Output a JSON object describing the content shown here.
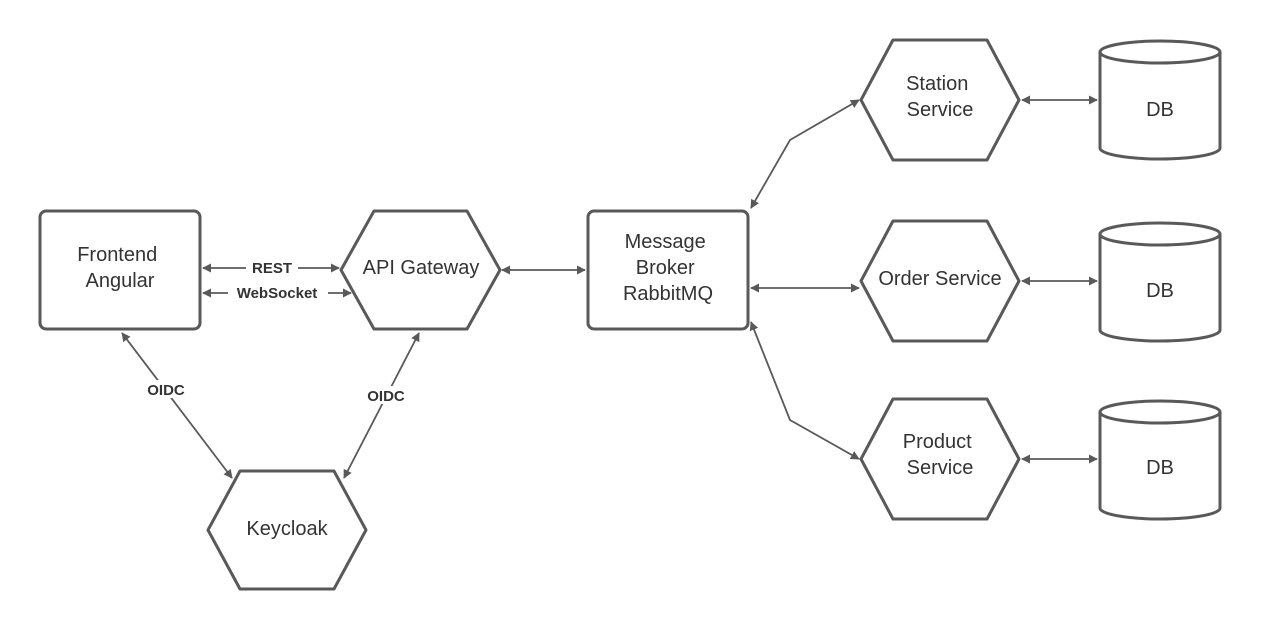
{
  "nodes": {
    "frontend": {
      "lines": [
        "Frontend",
        "Angular"
      ]
    },
    "api_gateway": {
      "lines": [
        "API Gateway"
      ]
    },
    "keycloak": {
      "lines": [
        "Keycloak"
      ]
    },
    "message_broker": {
      "lines": [
        "Message",
        "Broker",
        "RabbitMQ"
      ]
    },
    "station_service": {
      "lines": [
        "Station",
        "Service"
      ]
    },
    "order_service": {
      "lines": [
        "Order Service"
      ]
    },
    "product_service": {
      "lines": [
        "Product",
        "Service"
      ]
    },
    "db_station": {
      "lines": [
        "DB"
      ]
    },
    "db_order": {
      "lines": [
        "DB"
      ]
    },
    "db_product": {
      "lines": [
        "DB"
      ]
    }
  },
  "edges": {
    "rest": "REST",
    "websocket": "WebSocket",
    "oidc_frontend": "OIDC",
    "oidc_gateway": "OIDC"
  },
  "colors": {
    "stroke": "#595959",
    "text": "#333333",
    "background": "#ffffff"
  }
}
